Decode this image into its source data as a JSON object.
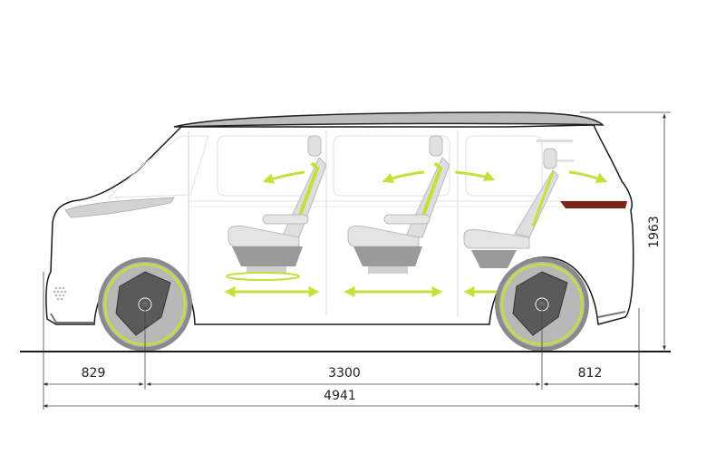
{
  "diagram": {
    "subject": "Electric van side profile with interior seat configuration",
    "colors": {
      "accent_arrow": "#c8de3a",
      "body_line": "#1a1a1a",
      "seat_light": "#e4e4e4",
      "seat_dark": "#9a9a9a",
      "wheel_dark": "#5a5a5a",
      "tail_light": "#7a2418"
    },
    "dimensions": {
      "front_overhang": "829",
      "wheelbase": "3300",
      "rear_overhang": "812",
      "overall_length": "4941",
      "overall_height": "1963"
    },
    "seats": [
      {
        "row": "front",
        "arrows": [
          "rotate",
          "slide"
        ]
      },
      {
        "row": "second",
        "arrows": [
          "rotate",
          "slide"
        ]
      },
      {
        "row": "third",
        "arrows": [
          "recline",
          "slide"
        ]
      }
    ]
  }
}
